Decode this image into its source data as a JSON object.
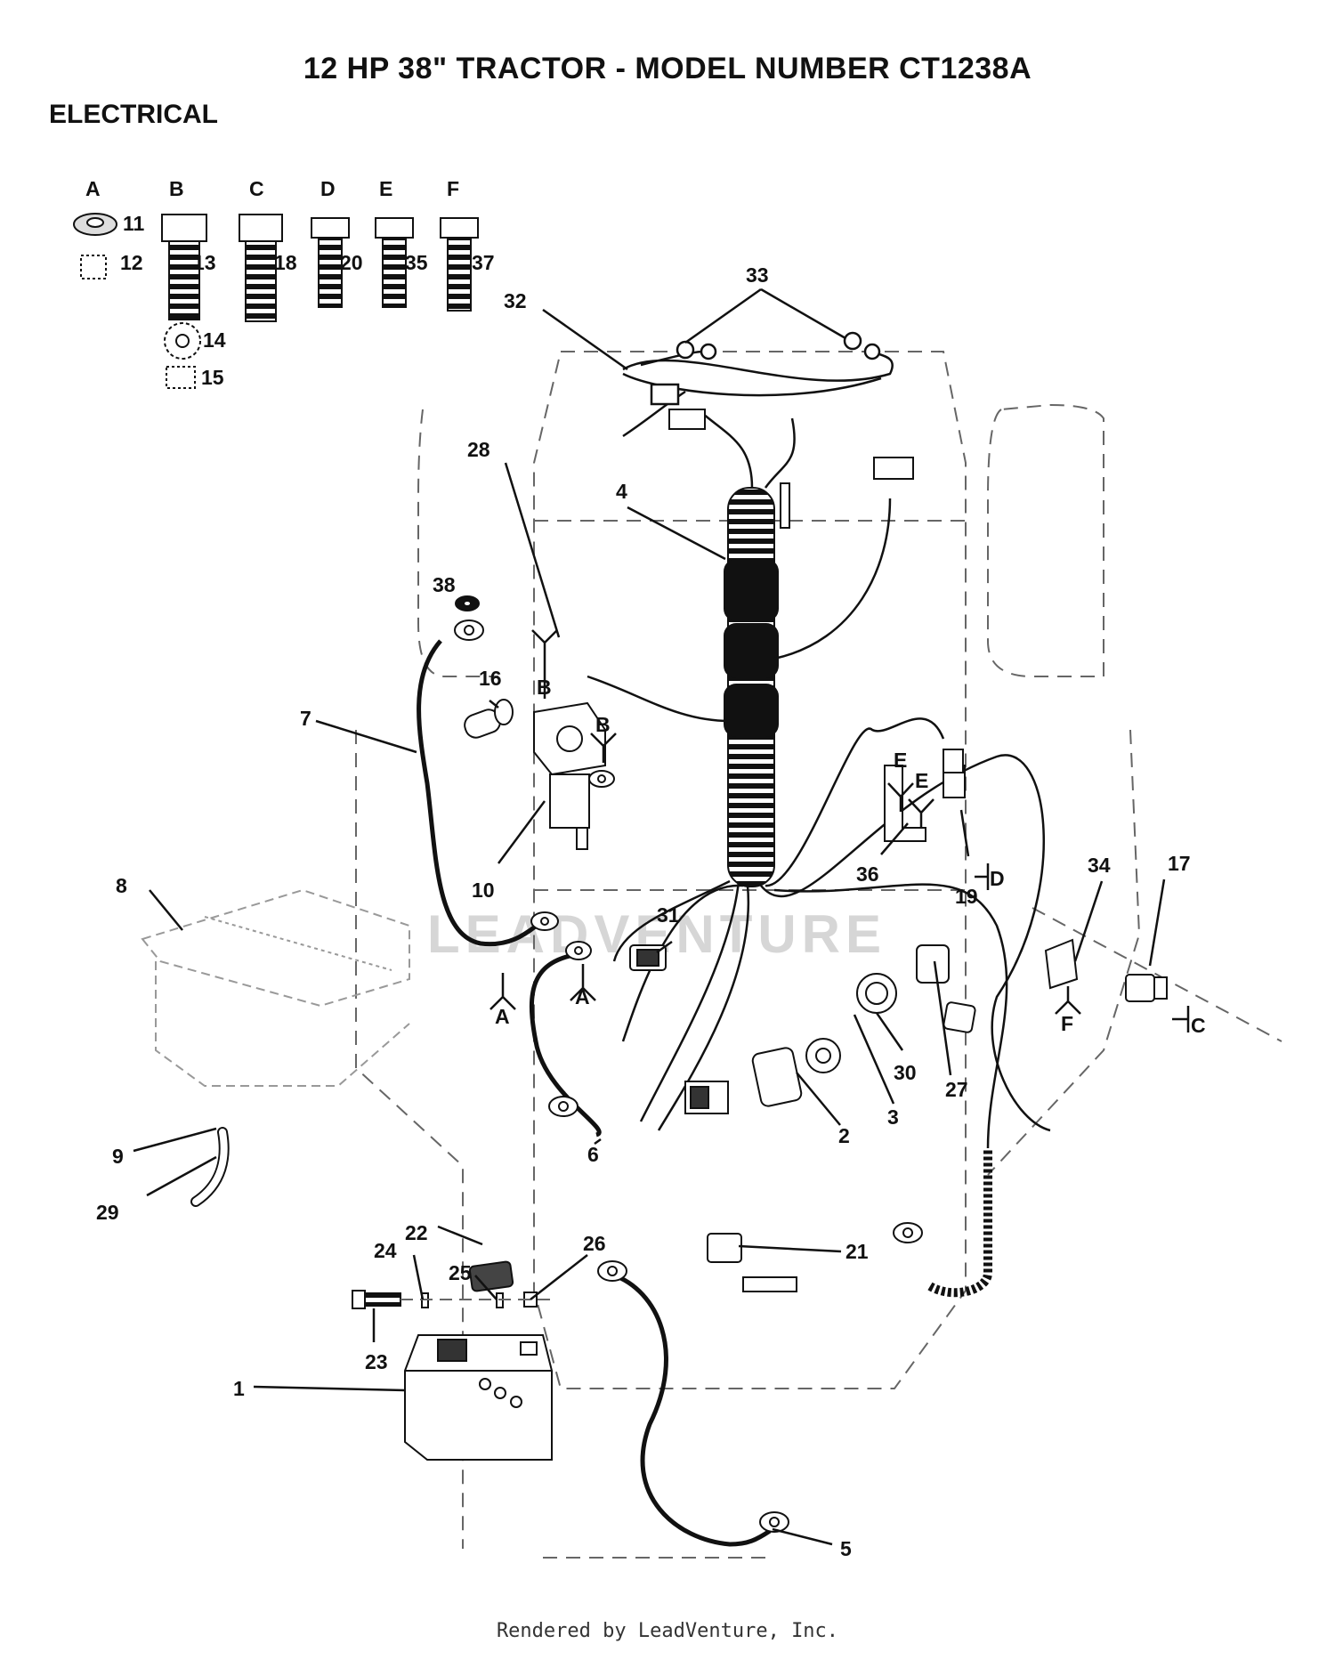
{
  "page": {
    "title": "12 HP 38\" TRACTOR - MODEL NUMBER CT1238A",
    "section": "ELECTRICAL",
    "footer": "Rendered by LeadVenture, Inc.",
    "watermark": "LEADVENTURE"
  },
  "fastener_key": [
    {
      "letter": "A",
      "parts": [
        "11",
        "12"
      ]
    },
    {
      "letter": "B",
      "parts": [
        "13",
        "14",
        "15"
      ]
    },
    {
      "letter": "C",
      "parts": [
        "18"
      ]
    },
    {
      "letter": "D",
      "parts": [
        "20"
      ]
    },
    {
      "letter": "E",
      "parts": [
        "35"
      ]
    },
    {
      "letter": "F",
      "parts": [
        "37"
      ]
    }
  ],
  "callouts": {
    "p1": "1",
    "p2": "2",
    "p3": "3",
    "p4": "4",
    "p5": "5",
    "p6": "6",
    "p7": "7",
    "p8": "8",
    "p9": "9",
    "p10": "10",
    "p16": "16",
    "p17": "17",
    "p19": "19",
    "p21": "21",
    "p22": "22",
    "p23": "23",
    "p24": "24",
    "p25": "25",
    "p26": "26",
    "p27": "27",
    "p28": "28",
    "p29": "29",
    "p30": "30",
    "p31": "31",
    "p32": "32",
    "p33": "33",
    "p34": "34",
    "p36": "36",
    "p38": "38"
  },
  "ref_letters": {
    "b1": "B",
    "b2": "B",
    "a1": "A",
    "a2": "A",
    "e1": "E",
    "e2": "E",
    "d1": "D",
    "f1": "F",
    "c1": "C"
  }
}
